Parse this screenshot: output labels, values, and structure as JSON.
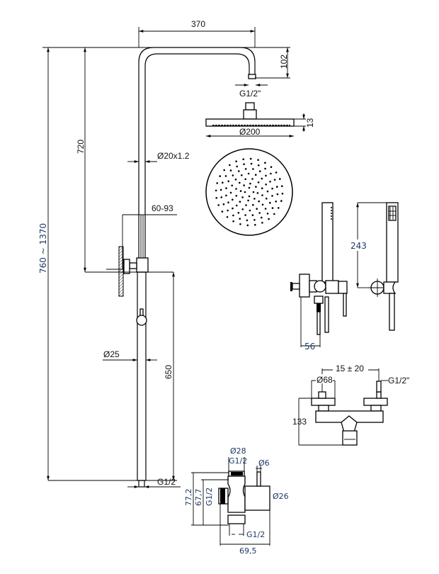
{
  "drawing": {
    "title": "Shower column technical drawing",
    "ink_color": "#000000",
    "label_color": "#1f3864",
    "dimensions": {
      "arm_length": "370",
      "arm_drop": "102",
      "arm_thread": "G1/2\"",
      "head_thickness": "13",
      "head_diameter": "Ø200",
      "upper_tube_diameter": "Ø20x1.2",
      "upper_height": "720",
      "total_height": "760 ~ 1370",
      "wall_distance": "60-93",
      "lower_tube_diameter": "Ø25",
      "lower_height": "650",
      "bottom_thread": "G1/2",
      "hand_shower_length": "243",
      "mixer_depth": "56",
      "centres": "15 ± 20",
      "escutcheon_diameter": "Ø68",
      "inlet_thread": "G1/2\"",
      "mixer_height": "133",
      "diverter_top_diameter": "Ø28",
      "diverter_top_thread": "G1/2",
      "diverter_pin": "Ø6",
      "diverter_height_total": "77,2",
      "diverter_height_inner": "67,7",
      "diverter_side_thread": "G1/2",
      "diverter_body_diameter": "Ø26",
      "diverter_bottom_thread": "G1/2",
      "diverter_width": "69,5"
    }
  }
}
